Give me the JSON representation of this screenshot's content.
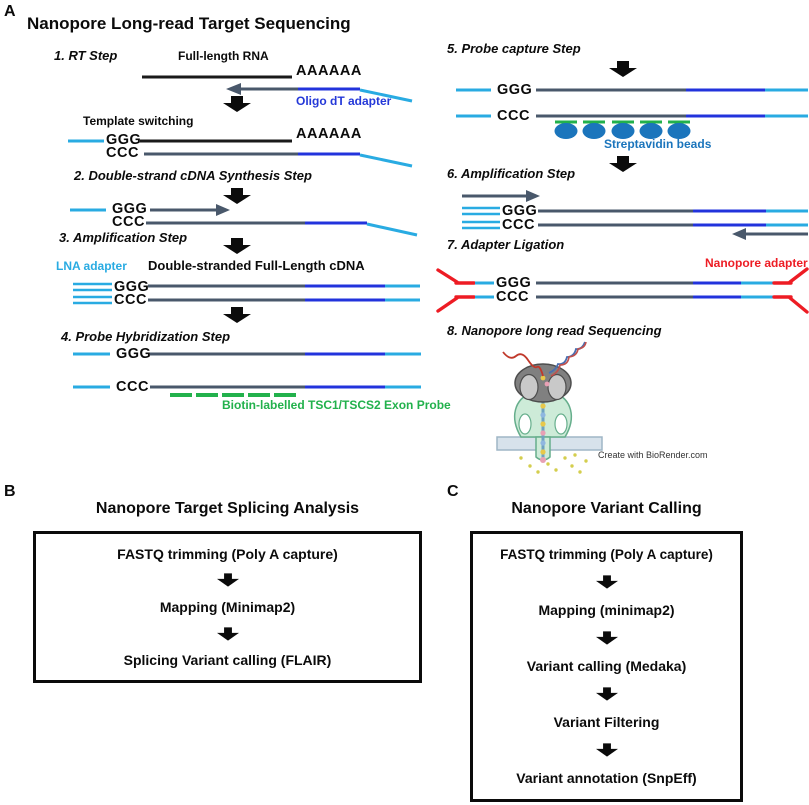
{
  "colors": {
    "strand_gray": "#49586B",
    "strand_black": "#1A1A1A",
    "strand_blue": "#2233DC",
    "cyan": "#29ABE2",
    "probe_green": "#22B14C",
    "adapter_red": "#ED1C24",
    "bead_blue": "#1B75BC",
    "blue_label": "#2438D8"
  },
  "panelA": {
    "label": "A",
    "title": "Nanopore Long-read Target Sequencing",
    "steps": {
      "s1": "1. RT Step",
      "s2": "2. Double-strand cDNA Synthesis Step",
      "s3": "3. Amplification Step",
      "s4": "4. Probe Hybridization Step",
      "s5": "5. Probe capture Step",
      "s6": "6. Amplification Step",
      "s7": "7. Adapter Ligation",
      "s8": "8. Nanopore long read Sequencing"
    },
    "labels": {
      "full_length_rna": "Full-length RNA",
      "poly_a": "AAAAAA",
      "oligo_dt_adapter": "Oligo dT adapter",
      "template_switching": "Template switching",
      "ggg": "GGG",
      "ccc": "CCC",
      "lna_adapter": "LNA adapter",
      "double_stranded_cdna": "Double-stranded Full-Length cDNA",
      "biotin_probe": "Biotin-labelled TSC1/TSCS2 Exon Probe",
      "streptavidin_beads": "Streptavidin beads",
      "nanopore_adapter": "Nanopore adapter",
      "biorender_credit": "Create with BioRender.com"
    }
  },
  "panelB": {
    "label": "B",
    "title": "Nanopore Target Splicing Analysis",
    "steps": [
      "FASTQ trimming (Poly A capture)",
      "Mapping (Minimap2)",
      "Splicing Variant calling (FLAIR)"
    ]
  },
  "panelC": {
    "label": "C",
    "title": "Nanopore Variant Calling",
    "steps": [
      "FASTQ trimming (Poly A capture)",
      "Mapping (minimap2)",
      "Variant calling (Medaka)",
      "Variant Filtering",
      "Variant annotation (SnpEff)"
    ]
  }
}
